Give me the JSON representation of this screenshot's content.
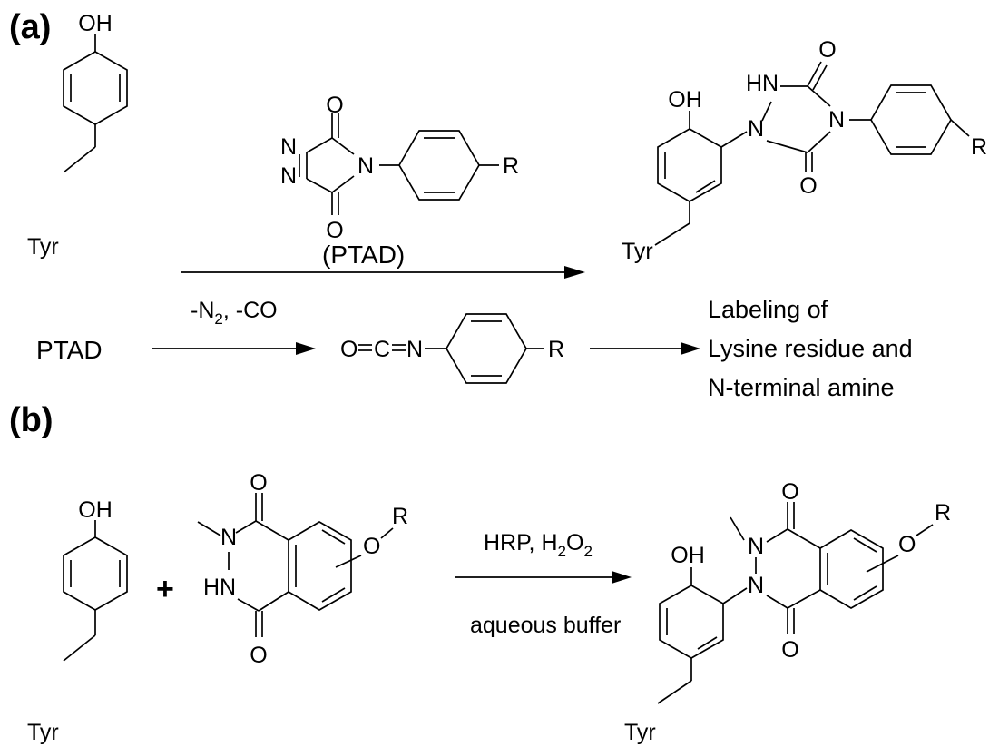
{
  "panels": {
    "a": "(a)",
    "b": "(b)"
  },
  "atoms": {
    "oh": "OH",
    "tyr": "Tyr",
    "o": "O",
    "n": "N",
    "r": "R",
    "hn": "HN",
    "c": "C",
    "eq": "="
  },
  "reaction1": {
    "reagent_label": "(PTAD)"
  },
  "reaction2": {
    "reactant": "PTAD",
    "condition_main": "-N",
    "condition_sub": "2",
    "condition_tail": ", -CO",
    "outcome_line1": "Labeling of",
    "outcome_line2": "Lysine residue and",
    "outcome_line3": "N-terminal amine"
  },
  "reaction3": {
    "plus": "+",
    "cond1_main": "HRP, H",
    "cond1_sub1": "2",
    "cond1_mid": "O",
    "cond1_sub2": "2",
    "cond2": "aqueous buffer"
  }
}
